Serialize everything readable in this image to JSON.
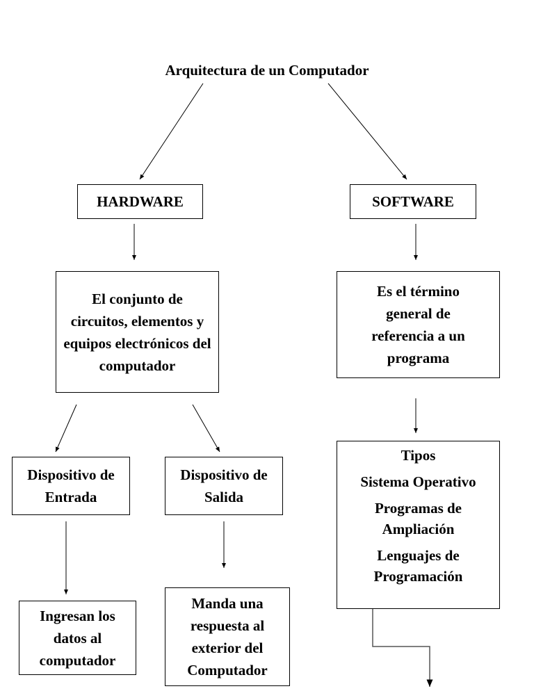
{
  "title": "Arquitectura de un Computador",
  "hardware": {
    "label": "HARDWARE",
    "description": "El conjunto de circuitos, elementos y equipos electrónicos del computador",
    "input_device": {
      "label": "Dispositivo de Entrada",
      "description": "Ingresan los datos al computador"
    },
    "output_device": {
      "label": "Dispositivo de Salida",
      "description": "Manda una respuesta al exterior del Computador"
    }
  },
  "software": {
    "label": "SOFTWARE",
    "description": "Es el término general de referencia a un programa",
    "types_heading": "Tipos",
    "types": [
      "Sistema Operativo",
      "Programas de Ampliación",
      "Lenguajes de Programación"
    ]
  }
}
